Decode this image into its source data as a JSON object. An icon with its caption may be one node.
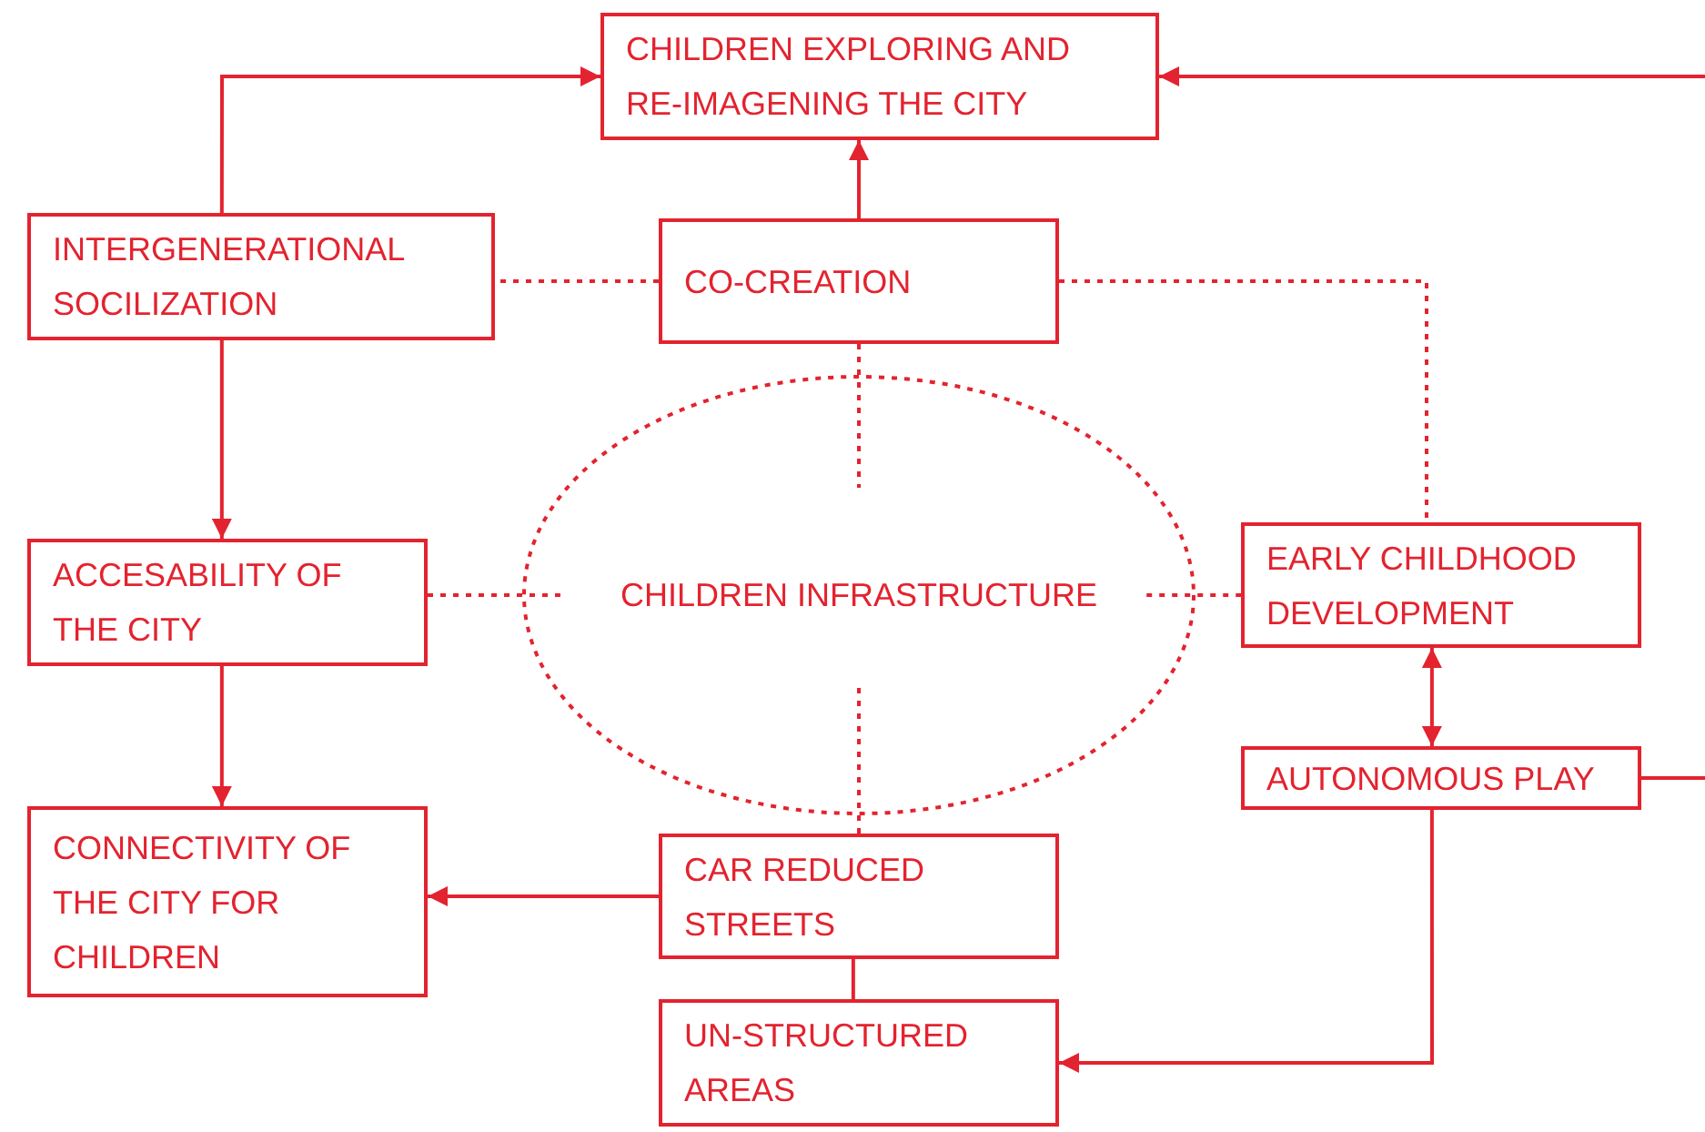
{
  "diagram": {
    "nodes": [
      {
        "text": [
          "CHILDREN EXPLORING AND RE-IMAGENING THE CITY"
        ]
      },
      {
        "text": [
          "INTERGENERATIONAL SOCILIZATION"
        ]
      },
      {
        "text": [
          "CO-CREATION"
        ]
      },
      {
        "text": [
          "CHILDREN INFRASTRUCTURE"
        ]
      },
      {
        "text": [
          "ACCESABILITY OF THE CITY"
        ]
      },
      {
        "text": [
          "EARLY CHILDHOOD DEVELOPMENT"
        ]
      },
      {
        "text": [
          "AUTONOMOUS PLAY"
        ]
      },
      {
        "text": [
          "CONNECTIVITY OF THE CITY FOR CHILDREN"
        ]
      },
      {
        "text": [
          "CAR REDUCED STREETS"
        ]
      },
      {
        "text": [
          "UN-STRUCTURED AREAS"
        ]
      }
    ],
    "edges": [
      {
        "from": 1,
        "to": 0,
        "arrow": "to"
      },
      {
        "from": 2,
        "to": 0,
        "arrow": "to"
      },
      {
        "from": null,
        "to": 0,
        "arrow": "to"
      },
      {
        "from": 1,
        "to": 4,
        "arrow": "to"
      },
      {
        "from": 4,
        "to": 7,
        "arrow": "to"
      },
      {
        "from": 2,
        "to": 1,
        "arrow": "none",
        "style": "dashed"
      },
      {
        "from": 2,
        "to": 5,
        "arrow": "none",
        "style": "dashed"
      },
      {
        "from": 2,
        "to": 3,
        "arrow": "none",
        "style": "dashed"
      },
      {
        "from": 4,
        "to": 3,
        "arrow": "none",
        "style": "dashed"
      },
      {
        "from": 3,
        "to": 5,
        "arrow": "none",
        "style": "dashed"
      },
      {
        "from": 3,
        "to": 8,
        "arrow": "none",
        "style": "dashed"
      },
      {
        "from": 8,
        "to": 7,
        "arrow": "to"
      },
      {
        "from": 8,
        "to": 9,
        "arrow": "none"
      },
      {
        "from": 5,
        "to": 6,
        "arrow": "both"
      },
      {
        "from": 6,
        "to": null,
        "arrow": "none"
      },
      {
        "from": 6,
        "to": 9,
        "arrow": "to"
      }
    ]
  }
}
